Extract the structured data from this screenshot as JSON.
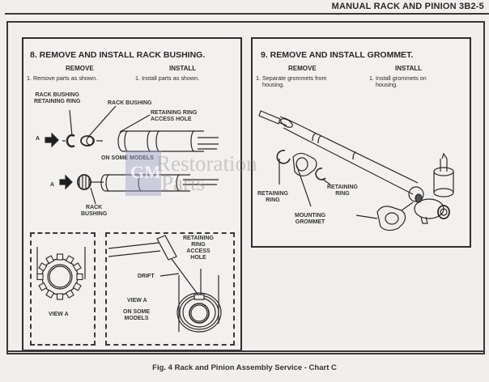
{
  "header": {
    "title": "MANUAL RACK AND PINION  3B2-5"
  },
  "panel8": {
    "title": "8. REMOVE AND INSTALL RACK BUSHING.",
    "remove": {
      "heading": "REMOVE",
      "steps": [
        "1. Remove parts as shown."
      ]
    },
    "install": {
      "heading": "INSTALL",
      "steps": [
        "1. Install parts as shown."
      ]
    },
    "labels": {
      "rack_bushing_retaining_ring_1": "RACK BUSHING",
      "rack_bushing_retaining_ring_2": "RETAINING RING",
      "rack_bushing": "RACK BUSHING",
      "access_hole_1": "RETAINING RING",
      "access_hole_2": "ACCESS HOLE",
      "arrow_a_1": "A",
      "on_some_models": "ON SOME MODELS",
      "arrow_a_2": "A",
      "rack_bushing_lower_1": "RACK",
      "rack_bushing_lower_2": "BUSHING"
    },
    "view_a_left": {
      "label": "VIEW A"
    },
    "view_a_right": {
      "label": "VIEW A",
      "sublabel_1": "ON SOME",
      "sublabel_2": "MODELS",
      "drift": "DRIFT",
      "access_1": "RETAINING",
      "access_2": "RING",
      "access_3": "ACCESS",
      "access_4": "HOLE"
    }
  },
  "panel9": {
    "title": "9. REMOVE AND INSTALL GROMMET.",
    "remove": {
      "heading": "REMOVE",
      "steps": [
        "1. Separate grommets from",
        "housing."
      ]
    },
    "install": {
      "heading": "INSTALL",
      "steps": [
        "1. Install grommets on",
        "housing."
      ]
    },
    "labels": {
      "retaining_ring_left_1": "RETAINING",
      "retaining_ring_left_2": "RING",
      "retaining_ring_right_1": "RETAINING",
      "retaining_ring_right_2": "RING",
      "mounting_grommet_1": "MOUNTING",
      "mounting_grommet_2": "GROMMET"
    }
  },
  "watermark": {
    "badge": "GM",
    "line1": "Restoration",
    "line2": "Parts"
  },
  "caption": "Fig. 4 Rack and Pinion Assembly Service - Chart C"
}
